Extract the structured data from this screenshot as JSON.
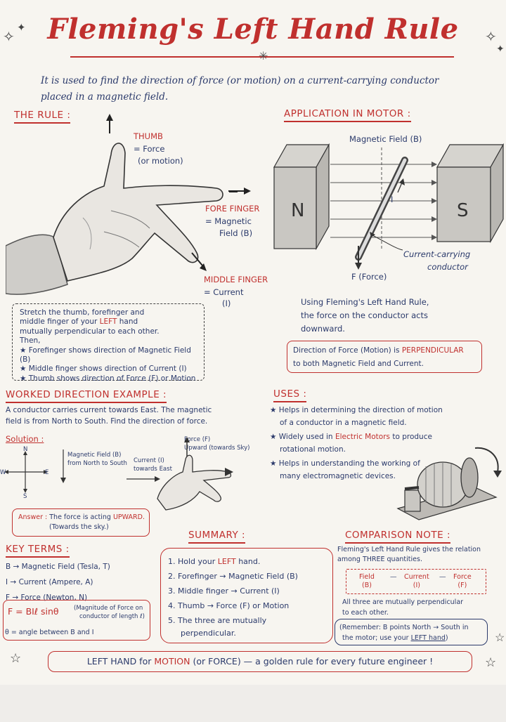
{
  "title": "Fleming's Left Hand Rule",
  "intro": "It is used to find the direction of force (or motion) on a current-carrying conductor placed in a magnetic field.",
  "rule": {
    "heading": "THE RULE :",
    "thumb_title": "THUMB",
    "thumb_l1": "= Force",
    "thumb_l2": "(or motion)",
    "fore_title": "FORE FINGER",
    "fore_l1": "= Magnetic",
    "fore_l2": "Field (B)",
    "middle_title": "MIDDLE FINGER",
    "middle_l1": "= Current",
    "middle_l2": "(I)",
    "box": {
      "l1": "Stretch the thumb, forefinger and",
      "l2a": "middle finger of your ",
      "l2b": "LEFT",
      "l2c": " hand",
      "l3": "mutually perpendicular to each other.",
      "l4": "Then,",
      "b1": "Forefinger shows direction of Magnetic Field (B)",
      "b2": "Middle finger shows direction of Current (I)",
      "b3": "Thumb shows direction of Force (F) or Motion"
    }
  },
  "motor": {
    "heading": "APPLICATION IN MOTOR :",
    "field_label": "Magnetic Field (B)",
    "n": "N",
    "s": "S",
    "i": "I",
    "force_label": "F (Force)",
    "conductor_l1": "Current-carrying",
    "conductor_l2": "conductor",
    "note_l1": "Using Fleming's Left Hand Rule,",
    "note_l2": "the force on the conductor acts",
    "note_l3": "downward.",
    "box_l1a": "Direction of Force (Motion) is ",
    "box_l1b": "PERPENDICULAR",
    "box_l2": "to both Magnetic Field and Current."
  },
  "example": {
    "heading": "WORKED DIRECTION EXAMPLE :",
    "q_l1": "A conductor carries current towards East. The magnetic",
    "q_l2": "field is from North to South. Find the direction of force.",
    "solution": "Solution :",
    "compass_n": "N",
    "compass_s": "S",
    "compass_e": "E",
    "compass_w": "W",
    "mf_l1": "Magnetic Field (B)",
    "mf_l2": "from North to South",
    "cur_l1": "Current (I)",
    "cur_l2": "towards East",
    "force_l1": "Force (F)",
    "force_l2": "Upward (towards Sky)",
    "answer_label": "Answer :",
    "answer_l1a": " The force is acting ",
    "answer_l1b": "UPWARD.",
    "answer_l2": "(Towards the sky.)"
  },
  "uses": {
    "heading": "USES :",
    "u1_l1": "Helps in determining the direction of motion",
    "u1_l2": "of a conductor in a magnetic field.",
    "u2_l1a": "Widely used in ",
    "u2_l1b": "Electric Motors",
    "u2_l1c": " to produce",
    "u2_l2": "rotational motion.",
    "u3_l1": "Helps in understanding the working of",
    "u3_l2": "many electromagnetic devices."
  },
  "terms": {
    "heading": "KEY TERMS :",
    "t1": "B → Magnetic Field (Tesla, T)",
    "t2": "I → Current (Ampere, A)",
    "t3": "F → Force (Newton, N)",
    "formula": "F = BIℓ sinθ",
    "formula_note_l1": "(Magnitude of Force on",
    "formula_note_l2": "conductor of length ℓ)",
    "theta": "θ = angle between B and I"
  },
  "summary": {
    "heading": "SUMMARY :",
    "s1a": "1. Hold your ",
    "s1b": "LEFT",
    "s1c": " hand.",
    "s2": "2. Forefinger → Magnetic Field (B)",
    "s3": "3. Middle finger → Current (I)",
    "s4": "4. Thumb → Force (F) or Motion",
    "s5_l1": "5. The three are mutually",
    "s5_l2": "perpendicular."
  },
  "comparison": {
    "heading": "COMPARISON NOTE :",
    "l1": "Fleming's Left Hand Rule gives the relation",
    "l2": "among THREE quantities.",
    "field": "Field",
    "current": "Current",
    "force": "Force",
    "b": "(B)",
    "i": "(I)",
    "f": "(F)",
    "l3": "All three are mutually perpendicular",
    "l4": "to each other.",
    "rem_l1": "(Remember: B points North → South in",
    "rem_l2a": "the motor; use your ",
    "rem_l2b": "LEFT hand",
    "rem_l2c": ")"
  },
  "footer": {
    "a": "LEFT HAND for ",
    "b": "MOTION",
    "c": " (or FORCE) — a golden rule for every future engineer !"
  },
  "colors": {
    "red": "#c0302e",
    "blue": "#2b3a6b",
    "paper": "#f7f5f0"
  }
}
